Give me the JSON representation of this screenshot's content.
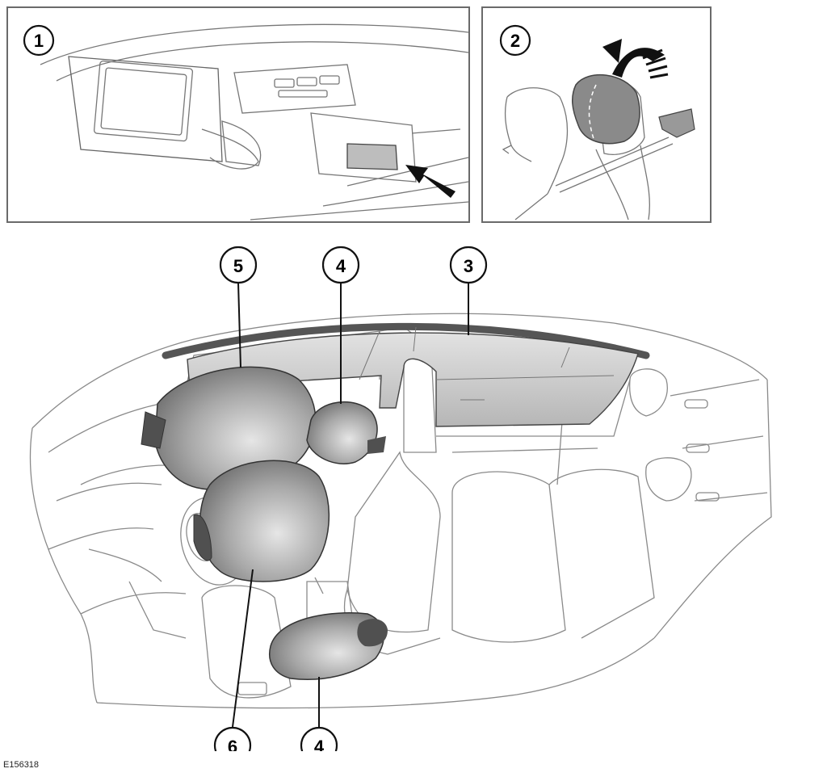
{
  "callouts": {
    "panel1": "1",
    "panel2": "2",
    "curtain": "3",
    "side_front": "4",
    "side_rear": "4",
    "knee_passenger": "5",
    "dash_passenger": "6"
  },
  "reference_code": "E156318",
  "colors": {
    "line": "#555555",
    "airbag": "#9a9a9a",
    "airbag_dark": "#505050",
    "curtain": "#c8c8c8",
    "callout_stroke": "#111111"
  }
}
